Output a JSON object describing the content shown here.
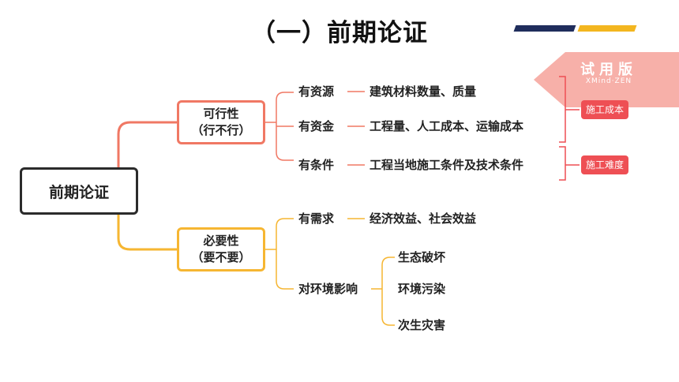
{
  "slide": {
    "title": "（一）前期论证",
    "accent_colors": {
      "navy": "#1f2d5c",
      "gold": "#f3b61f"
    }
  },
  "mindmap": {
    "root": "前期论证",
    "branches": [
      {
        "line1": "可行性",
        "line2": "（行不行）",
        "color": "#f07864",
        "children": [
          {
            "label": "有资源",
            "detail": "建筑材料数量、质量"
          },
          {
            "label": "有资金",
            "detail": "工程量、人工成本、运输成本"
          },
          {
            "label": "有条件",
            "detail": "工程当地施工条件及技术条件"
          }
        ]
      },
      {
        "line1": "必要性",
        "line2": "（要不要）",
        "color": "#f6b632",
        "children": [
          {
            "label": "有需求",
            "detail": "经济效益、社会效益"
          },
          {
            "label": "对环境影响",
            "subitems": [
              "生态破坏",
              "环境污染",
              "次生灾害"
            ]
          }
        ]
      }
    ],
    "summaries": [
      {
        "label": "施工成本",
        "color": "#ee4f54"
      },
      {
        "label": "施工难度",
        "color": "#ee4f54"
      }
    ]
  },
  "watermark": {
    "label": "试用版",
    "sublabel": "XMind·ZEN",
    "color": "#f6a9a2"
  }
}
